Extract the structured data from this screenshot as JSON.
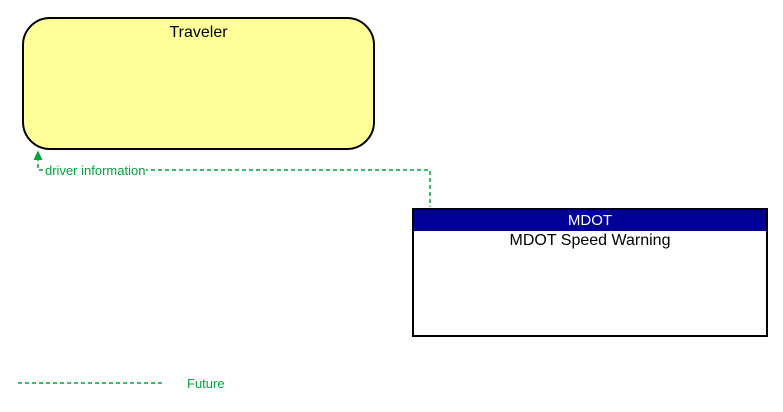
{
  "nodes": {
    "traveler": {
      "label": "Traveler",
      "fill": "#ffff99",
      "border": "#000000"
    },
    "mdot": {
      "header_label": "MDOT",
      "body_label": "MDOT Speed Warning",
      "header_bg": "#000099",
      "header_fg": "#ffffff",
      "fill": "#ffffff",
      "border": "#000000"
    }
  },
  "flow": {
    "label": "driver information",
    "color": "#00a33c",
    "style": "dashed"
  },
  "legend": {
    "label": "Future",
    "color": "#00a33c",
    "line_style": "dashed"
  }
}
